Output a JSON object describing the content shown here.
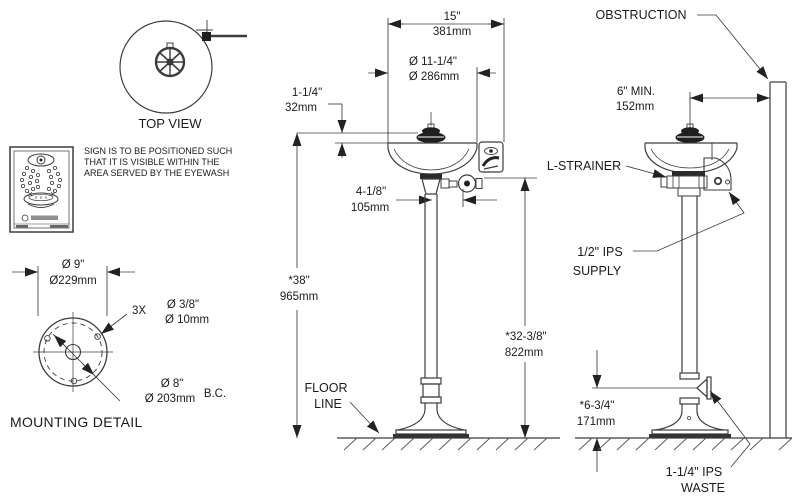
{
  "top_view": {
    "label": "TOP VIEW"
  },
  "sign_note": {
    "line1": "SIGN IS TO BE POSITIONED SUCH",
    "line2": "THAT IT IS VISIBLE WITHIN THE",
    "line3": "AREA SERVED BY THE EYEWASH"
  },
  "mounting": {
    "label": "MOUNTING DETAIL",
    "dia9_in": "Ø 9\"",
    "dia9_mm": "Ø229mm",
    "holes_count": "3X",
    "hole_dia_in": "Ø 3/8\"",
    "hole_dia_mm": "Ø 10mm",
    "bc_dia_in": "Ø 8\"",
    "bc_dia_mm": "Ø 203mm",
    "bc_suffix": "B.C."
  },
  "front_view": {
    "width_in": "15\"",
    "width_mm": "381mm",
    "bowl_dia_in": "Ø 11-1/4\"",
    "bowl_dia_mm": "Ø 286mm",
    "head_height_in": "1-1/4\"",
    "head_height_mm": "32mm",
    "valve_offset_in": "4-1/8\"",
    "valve_offset_mm": "105mm",
    "height_in": "*38\"",
    "height_mm": "965mm",
    "supply_height_in": "*32-3/8\"",
    "supply_height_mm": "822mm",
    "floor_label_1": "FLOOR",
    "floor_label_2": "LINE"
  },
  "side_view": {
    "obstruction": "OBSTRUCTION",
    "clearance_in": "6\" MIN.",
    "clearance_mm": "152mm",
    "strainer": "L-STRAINER",
    "supply_1": "1/2\" IPS",
    "supply_2": "SUPPLY",
    "waste_height_in": "*6-3/4\"",
    "waste_height_mm": "171mm",
    "waste_1": "1-1/4\" IPS",
    "waste_2": "WASTE"
  }
}
